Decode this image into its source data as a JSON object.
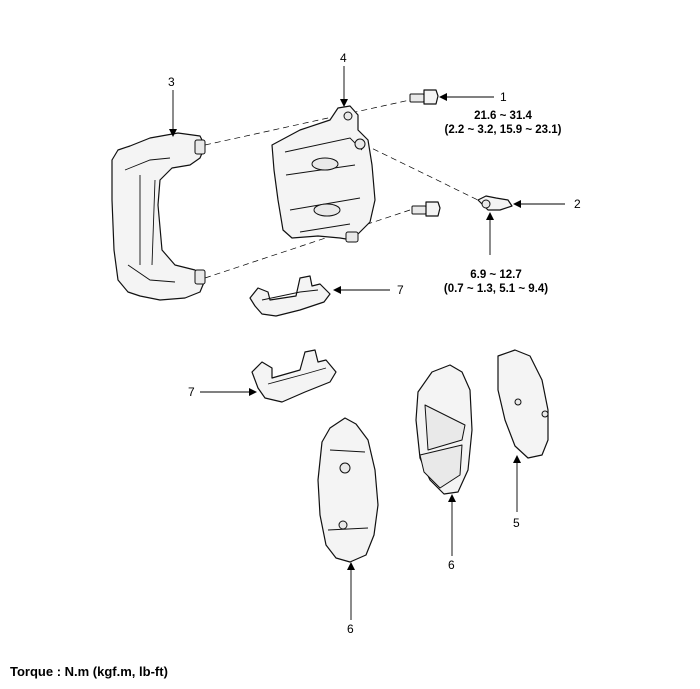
{
  "callouts": {
    "c1": "1",
    "c2": "2",
    "c3": "3",
    "c4": "4",
    "c5": "5",
    "c6a": "6",
    "c6b": "6",
    "c7a": "7",
    "c7b": "7"
  },
  "torque": {
    "bolt1_line1": "21.6 ~ 31.4",
    "bolt1_line2": "(2.2 ~ 3.2, 15.9 ~ 23.1)",
    "bolt2_line1": "6.9 ~ 12.7",
    "bolt2_line2": "(0.7 ~ 1.3, 5.1 ~ 9.4)"
  },
  "footer": {
    "units": "Torque : N.m (kgf.m, lb-ft)"
  }
}
